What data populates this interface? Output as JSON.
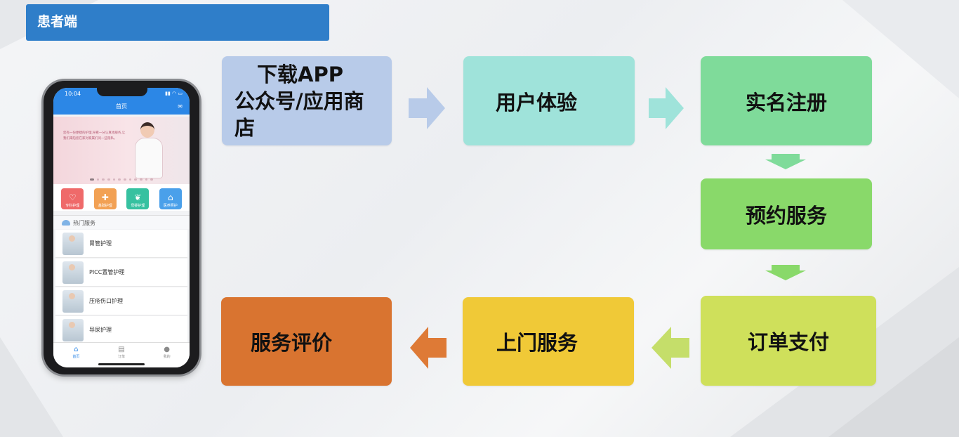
{
  "header": {
    "title": "患者端"
  },
  "flow": {
    "download": {
      "line1": "下载APP",
      "line2": "公众号/应用商",
      "line3": "店"
    },
    "experience": "用户体验",
    "register": "实名注册",
    "appointment": "预约服务",
    "pay": "订单支付",
    "visit": "上门服务",
    "review": "服务评价"
  },
  "colors": {
    "header": "#2f7ec9",
    "download": "#b8cbe9",
    "experience": "#9fe3da",
    "register": "#7fdb9a",
    "appointment": "#89d96a",
    "pay": "#cfe05b",
    "visit": "#f0c937",
    "review": "#d97430"
  },
  "phone": {
    "status_time": "10:04",
    "nav_title": "首页",
    "banner_text": "您有一份便捷的护理,导看一分认真地服务,让我们来陪您在家对家属们问一些隐私。",
    "quick_items": [
      {
        "label": "专科护理",
        "icon": "heart-icon",
        "color": "#ef6a6a"
      },
      {
        "label": "基础护理",
        "icon": "first-aid-icon",
        "color": "#f2a154"
      },
      {
        "label": "母婴护理",
        "icon": "hands-icon",
        "color": "#36c1a0"
      },
      {
        "label": "医养照护",
        "icon": "home-care-icon",
        "color": "#4aa0ea"
      }
    ],
    "hot_title": "热门服务",
    "services": [
      "胃管护理",
      "PICC置管护理",
      "压疮伤口护理",
      "导尿护理"
    ],
    "tabs": [
      {
        "label": "首页",
        "icon": "home-icon"
      },
      {
        "label": "订单",
        "icon": "order-icon"
      },
      {
        "label": "我的",
        "icon": "user-icon"
      }
    ]
  }
}
